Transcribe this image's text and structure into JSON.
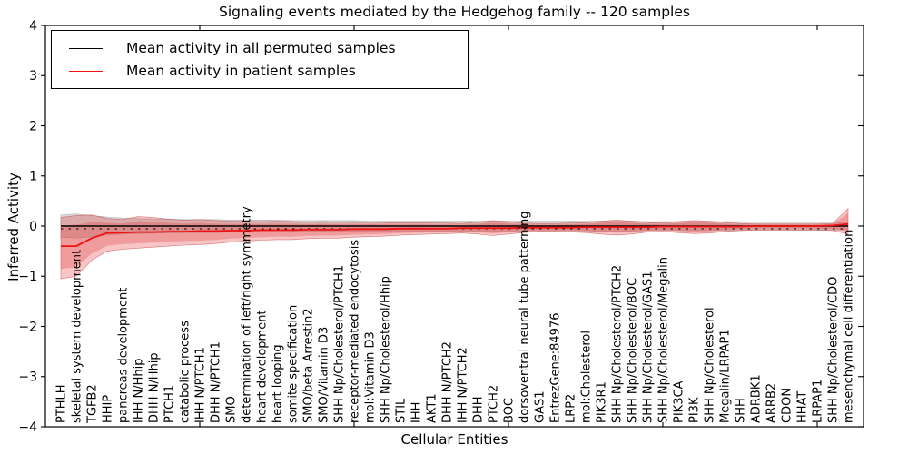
{
  "figure": {
    "title": "Signaling events mediated by the Hedgehog family -- 120 samples",
    "xlabel": "Cellular Entities",
    "ylabel": "Inferred Activity"
  },
  "legend": {
    "items": [
      {
        "label": "Mean activity in all permuted samples",
        "color": "#000000"
      },
      {
        "label": "Mean activity in patient samples",
        "color": "#ee1111"
      }
    ]
  },
  "chart_data": {
    "type": "line",
    "title": "Signaling events mediated by the Hedgehog family -- 120 samples",
    "xlabel": "Cellular Entities",
    "ylabel": "Inferred Activity",
    "ylim": [
      -4,
      4
    ],
    "yticks": [
      {
        "value": 4,
        "label": "4"
      },
      {
        "value": 3,
        "label": "3"
      },
      {
        "value": 2,
        "label": "2"
      },
      {
        "value": 1,
        "label": "1"
      },
      {
        "value": 0,
        "label": "0"
      },
      {
        "value": -1,
        "label": "−1"
      },
      {
        "value": -2,
        "label": "−2"
      },
      {
        "value": -3,
        "label": "−3"
      },
      {
        "value": -4,
        "label": "−4"
      }
    ],
    "xtick_positions": [
      10,
      20,
      30,
      40,
      50
    ],
    "legend_position": "upper left",
    "grid": false,
    "categories": [
      "PTHLH",
      "skeletal system development",
      "TGFB2",
      "HHIP",
      "pancreas development",
      "IHH N/Hhip",
      "DHH N/Hhip",
      "PTCH1",
      "catabolic process",
      "IHH N/PTCH1",
      "DHH N/PTCH1",
      "SMO",
      "determination of left/right symmetry",
      "heart development",
      "heart looping",
      "somite specification",
      "SMO/beta Arrestin2",
      "SMO/Vitamin D3",
      "SHH Np/Cholesterol/PTCH1",
      "receptor-mediated endocytosis",
      "mol:Vitamin D3",
      "SHH Np/Cholesterol/Hhip",
      "STIL",
      "IHH",
      "AKT1",
      "DHH N/PTCH2",
      "IHH N/PTCH2",
      "DHH",
      "PTCH2",
      "BOC",
      "dorsoventral neural tube patterning",
      "GAS1",
      "EntrezGene:84976",
      "LRP2",
      "mol:Cholesterol",
      "PIK3R1",
      "SHH Np/Cholesterol/PTCH2",
      "SHH Np/Cholesterol/BOC",
      "SHH Np/Cholesterol/GAS1",
      "SHH Np/Cholesterol/Megalin",
      "PIK3CA",
      "PI3K",
      "SHH Np/Cholesterol",
      "Megalin/LRPAP1",
      "SHH",
      "ADRBK1",
      "ARRB2",
      "CDON",
      "HHAT",
      "LRPAP1",
      "SHH Np/Cholesterol/CDO",
      "mesenchymal cell differentiation"
    ],
    "series": [
      {
        "name": "Mean activity in all permuted samples",
        "color": "#000000",
        "values": [
          0,
          0,
          0,
          0,
          0,
          0,
          0,
          0,
          0,
          0,
          0,
          0,
          0,
          0,
          0,
          0,
          0,
          0,
          0,
          0,
          0,
          0,
          0,
          0,
          0,
          0,
          0,
          0,
          0,
          0,
          0,
          0,
          0,
          0,
          0,
          0,
          0,
          0,
          0,
          0,
          0,
          0,
          0,
          0,
          0,
          0,
          0,
          0,
          0,
          0,
          0,
          0
        ]
      },
      {
        "name": "Mean activity in patient samples",
        "color": "#ee1111",
        "values": [
          -0.4,
          -0.4,
          -0.24,
          -0.14,
          -0.13,
          -0.12,
          -0.12,
          -0.11,
          -0.11,
          -0.1,
          -0.1,
          -0.09,
          -0.09,
          -0.08,
          -0.08,
          -0.08,
          -0.07,
          -0.07,
          -0.07,
          -0.06,
          -0.06,
          -0.06,
          -0.05,
          -0.05,
          -0.05,
          -0.05,
          -0.04,
          -0.04,
          -0.04,
          -0.04,
          -0.03,
          -0.03,
          -0.03,
          -0.03,
          -0.02,
          -0.02,
          -0.02,
          -0.02,
          -0.02,
          -0.01,
          -0.01,
          -0.01,
          -0.01,
          -0.01,
          -0.01,
          0.0,
          0.0,
          0.0,
          0.0,
          0.0,
          0.01,
          0.04
        ]
      }
    ],
    "bands": [
      {
        "name": "permuted samples range",
        "color": "rgba(130,130,130,0.30)",
        "edge_color": "rgba(150,150,150,0.65)",
        "upper": [
          0.22,
          0.24,
          0.21,
          0.18,
          0.16,
          0.15,
          0.14,
          0.14,
          0.13,
          0.13,
          0.13,
          0.12,
          0.12,
          0.12,
          0.12,
          0.11,
          0.11,
          0.11,
          0.11,
          0.11,
          0.1,
          0.1,
          0.1,
          0.1,
          0.1,
          0.1,
          0.1,
          0.1,
          0.1,
          0.1,
          0.1,
          0.1,
          0.1,
          0.1,
          0.1,
          0.1,
          0.1,
          0.1,
          0.09,
          0.09,
          0.09,
          0.09,
          0.09,
          0.09,
          0.09,
          0.08,
          0.08,
          0.08,
          0.08,
          0.08,
          0.08,
          0.07
        ],
        "lower": [
          -0.22,
          -0.24,
          -0.21,
          -0.18,
          -0.16,
          -0.15,
          -0.14,
          -0.14,
          -0.13,
          -0.13,
          -0.13,
          -0.12,
          -0.12,
          -0.12,
          -0.12,
          -0.11,
          -0.11,
          -0.11,
          -0.11,
          -0.11,
          -0.1,
          -0.1,
          -0.1,
          -0.1,
          -0.1,
          -0.1,
          -0.1,
          -0.1,
          -0.1,
          -0.1,
          -0.1,
          -0.1,
          -0.1,
          -0.1,
          -0.1,
          -0.1,
          -0.1,
          -0.1,
          -0.09,
          -0.09,
          -0.09,
          -0.09,
          -0.09,
          -0.09,
          -0.09,
          -0.08,
          -0.08,
          -0.08,
          -0.08,
          -0.08,
          -0.08,
          -0.07
        ]
      },
      {
        "name": "patient samples range",
        "color": "rgba(228,64,64,0.30)",
        "edge_color": "rgba(205,80,80,0.75)",
        "inner_band_scale": 0.7,
        "upper": [
          0.17,
          0.21,
          0.22,
          0.15,
          0.13,
          0.19,
          0.17,
          0.14,
          0.12,
          0.13,
          0.11,
          0.1,
          0.1,
          0.09,
          0.1,
          0.09,
          0.08,
          0.09,
          0.08,
          0.07,
          0.08,
          0.07,
          0.06,
          0.07,
          0.06,
          0.06,
          0.05,
          0.08,
          0.11,
          0.09,
          0.06,
          0.05,
          0.05,
          0.06,
          0.07,
          0.1,
          0.12,
          0.1,
          0.07,
          0.06,
          0.09,
          0.11,
          0.1,
          0.07,
          0.05,
          0.04,
          0.04,
          0.04,
          0.04,
          0.04,
          0.05,
          0.35
        ],
        "lower": [
          -1.05,
          -1.0,
          -0.68,
          -0.5,
          -0.46,
          -0.44,
          -0.42,
          -0.4,
          -0.38,
          -0.37,
          -0.35,
          -0.32,
          -0.3,
          -0.28,
          -0.27,
          -0.27,
          -0.25,
          -0.24,
          -0.24,
          -0.22,
          -0.21,
          -0.2,
          -0.18,
          -0.17,
          -0.16,
          -0.15,
          -0.14,
          -0.16,
          -0.19,
          -0.16,
          -0.13,
          -0.11,
          -0.11,
          -0.12,
          -0.13,
          -0.16,
          -0.18,
          -0.16,
          -0.12,
          -0.11,
          -0.13,
          -0.15,
          -0.14,
          -0.11,
          -0.09,
          -0.08,
          -0.08,
          -0.08,
          -0.08,
          -0.08,
          -0.09,
          -0.16
        ]
      }
    ],
    "zero_line": {
      "value": 0,
      "style": "dashed",
      "color": "#000000"
    }
  }
}
